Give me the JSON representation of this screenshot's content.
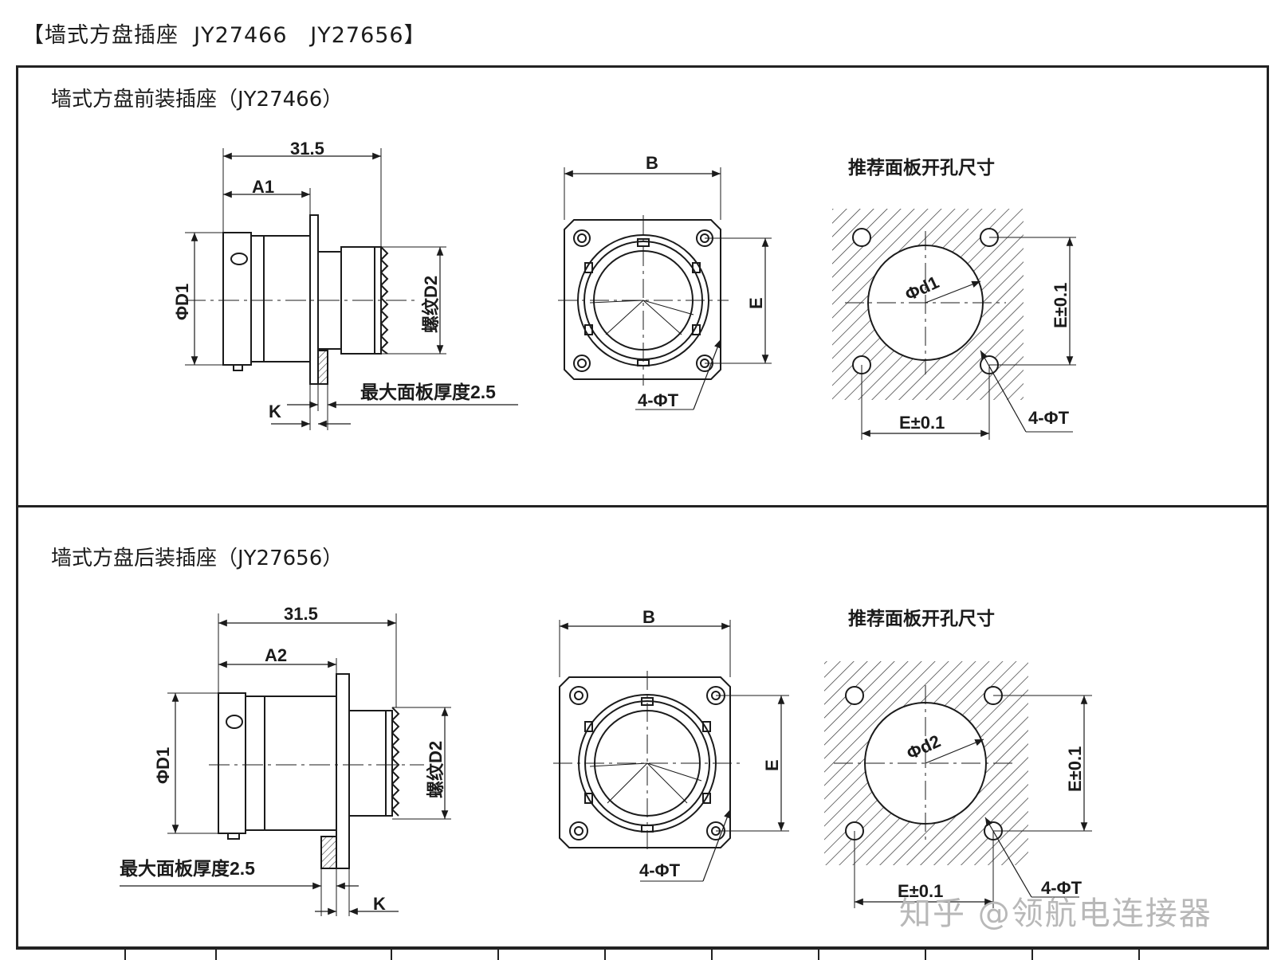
{
  "header": {
    "title": "【墙式方盘插座  JY27466   JY27656】"
  },
  "sections": [
    {
      "title": "墙式方盘前装插座（JY27466）",
      "side": {
        "length": "31.5",
        "depth": "A1",
        "diameter": "ΦD1",
        "thread": "螺纹D2",
        "panel": "最大面板厚度2.5",
        "k": "K"
      },
      "front": {
        "width": "B",
        "spacing": "E",
        "holes": "4-ΦT"
      },
      "cutout": {
        "title": "推荐面板开孔尺寸",
        "bore": "Φd1",
        "vertical": "E±0.1",
        "horizontal": "E±0.1",
        "holes": "4-ΦT"
      }
    },
    {
      "title": "墙式方盘后装插座（JY27656）",
      "side": {
        "length": "31.5",
        "depth": "A2",
        "diameter": "ΦD1",
        "thread": "螺纹D2",
        "panel": "最大面板厚度2.5",
        "k": "K"
      },
      "front": {
        "width": "B",
        "spacing": "E",
        "holes": "4-ΦT"
      },
      "cutout": {
        "title": "推荐面板开孔尺寸",
        "bore": "Φd2",
        "vertical": "E±0.1",
        "horizontal": "E±0.1",
        "holes": "4-ΦT"
      }
    }
  ],
  "watermark": "知乎 @领航电连接器"
}
